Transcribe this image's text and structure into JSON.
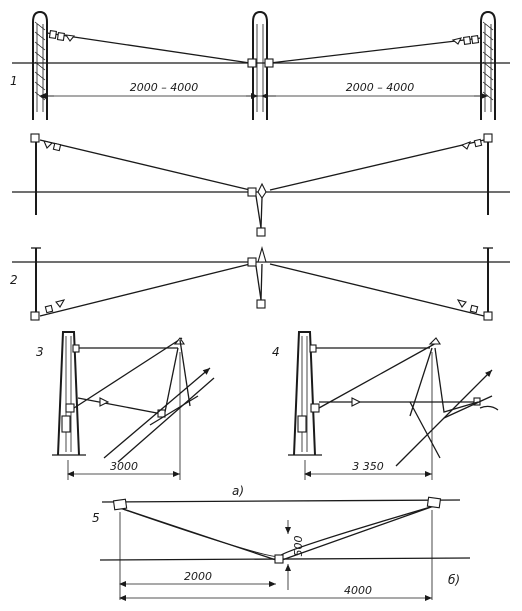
{
  "labels": {
    "fig1": "1",
    "fig2": "2",
    "fig3": "3",
    "fig4": "4",
    "fig5": "5",
    "part_a": "а)",
    "part_b": "б)"
  },
  "dimensions": {
    "fig1_left_span": "2000 – 4000",
    "fig1_right_span": "2000 – 4000",
    "fig3_span": "3000",
    "fig4_span": "3 350",
    "fig5_sag": "500",
    "fig5_left": "2000",
    "fig5_right": "4000"
  }
}
